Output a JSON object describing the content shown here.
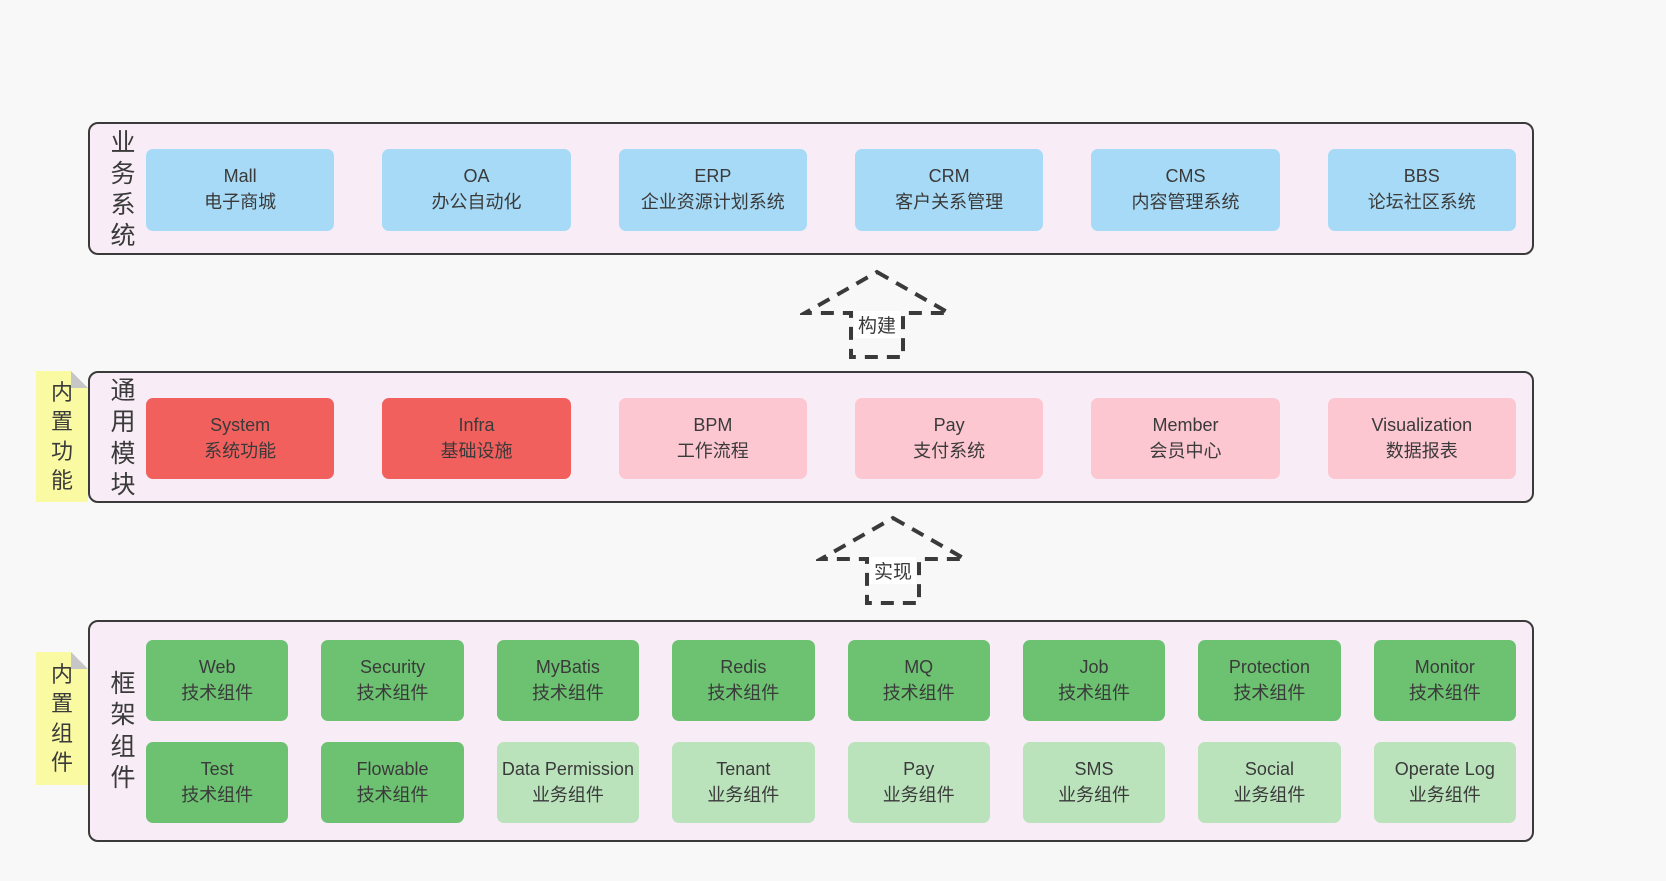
{
  "diagram": {
    "arrows": [
      {
        "label": "构建"
      },
      {
        "label": "实现"
      }
    ],
    "layers": {
      "business": {
        "side_label": "业务系统",
        "boxes": [
          {
            "name": "Mall",
            "desc": "电子商城"
          },
          {
            "name": "OA",
            "desc": "办公自动化"
          },
          {
            "name": "ERP",
            "desc": "企业资源计划系统"
          },
          {
            "name": "CRM",
            "desc": "客户关系管理"
          },
          {
            "name": "CMS",
            "desc": "内容管理系统"
          },
          {
            "name": "BBS",
            "desc": "论坛社区系统"
          }
        ]
      },
      "modules": {
        "side_label": "通用模块",
        "note": "内置功能",
        "boxes": [
          {
            "name": "System",
            "desc": "系统功能"
          },
          {
            "name": "Infra",
            "desc": "基础设施"
          },
          {
            "name": "BPM",
            "desc": "工作流程"
          },
          {
            "name": "Pay",
            "desc": "支付系统"
          },
          {
            "name": "Member",
            "desc": "会员中心"
          },
          {
            "name": "Visualization",
            "desc": "数据报表"
          }
        ]
      },
      "components": {
        "side_label": "框架组件",
        "note": "内置组件",
        "row1": [
          {
            "name": "Web",
            "desc": "技术组件"
          },
          {
            "name": "Security",
            "desc": "技术组件"
          },
          {
            "name": "MyBatis",
            "desc": "技术组件"
          },
          {
            "name": "Redis",
            "desc": "技术组件"
          },
          {
            "name": "MQ",
            "desc": "技术组件"
          },
          {
            "name": "Job",
            "desc": "技术组件"
          },
          {
            "name": "Protection",
            "desc": "技术组件"
          },
          {
            "name": "Monitor",
            "desc": "技术组件"
          }
        ],
        "row2": [
          {
            "name": "Test",
            "desc": "技术组件"
          },
          {
            "name": "Flowable",
            "desc": "技术组件"
          },
          {
            "name": "Data Permission",
            "desc": "业务组件"
          },
          {
            "name": "Tenant",
            "desc": "业务组件"
          },
          {
            "name": "Pay",
            "desc": "业务组件"
          },
          {
            "name": "SMS",
            "desc": "业务组件"
          },
          {
            "name": "Social",
            "desc": "业务组件"
          },
          {
            "name": "Operate Log",
            "desc": "业务组件"
          }
        ]
      }
    },
    "palette": {
      "blue_node": "#a7daf6",
      "red_node": "#f2605e",
      "pink_node": "#fcc7d1",
      "green_node": "#6cc271",
      "light_green_node": "#bae3bc",
      "note_yellow": "#fafaa3",
      "panel_bg": "#f8edf6",
      "panel_border": "#3a3a3a",
      "page_bg": "#f8f8f8",
      "text": "#3a3a3a"
    }
  }
}
